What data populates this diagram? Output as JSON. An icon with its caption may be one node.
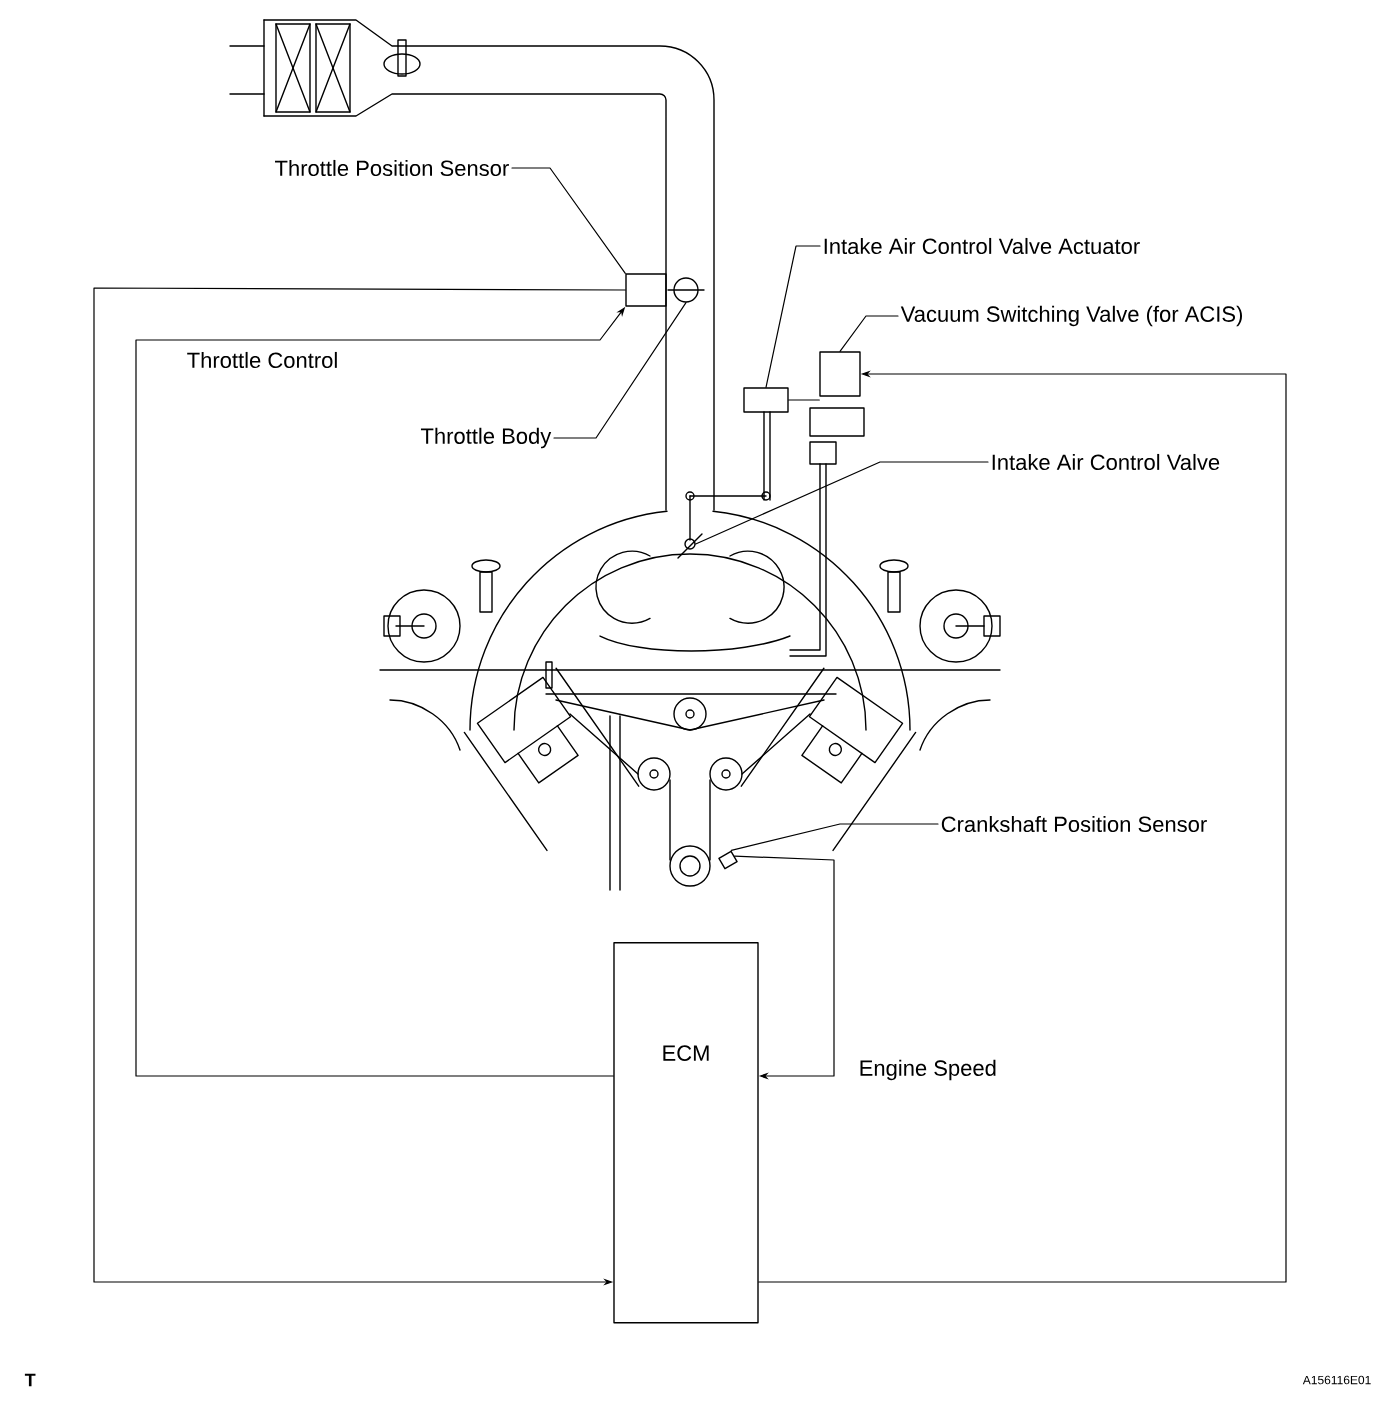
{
  "diagram": {
    "nodes": [
      {
        "text": [
          "Throttle Position Sensor"
        ]
      },
      {
        "text": [],
        "shape": "box"
      },
      {
        "text": [
          "Throttle Body"
        ]
      },
      {
        "text": [],
        "shape": "circle"
      },
      {
        "text": [
          "Intake Air Control Valve Actuator"
        ]
      },
      {
        "text": [],
        "shape": "box"
      },
      {
        "text": [
          "Vacuum Switching Valve (for ACIS)"
        ]
      },
      {
        "text": [],
        "shape": "box"
      },
      {
        "text": [
          "Intake Air Control Valve"
        ]
      },
      {
        "text": [],
        "shape": "circle"
      },
      {
        "text": [
          "Crankshaft Position Sensor"
        ]
      },
      {
        "text": [],
        "shape": "box"
      },
      {
        "text": [
          "ECM"
        ]
      }
    ],
    "edges": [
      {
        "from": 0,
        "to": 1,
        "arrow": "none"
      },
      {
        "from": 2,
        "to": 3,
        "arrow": "none"
      },
      {
        "from": 4,
        "to": 5,
        "arrow": "none"
      },
      {
        "from": 6,
        "to": 7,
        "arrow": "none"
      },
      {
        "from": 8,
        "to": 9,
        "arrow": "none"
      },
      {
        "from": 10,
        "to": 11,
        "arrow": "none"
      },
      {
        "from": 1,
        "to": 12,
        "arrow": "to"
      },
      {
        "from": 12,
        "to": 1,
        "arrow": "to",
        "label": "Throttle Control"
      },
      {
        "from": 12,
        "to": 7,
        "arrow": "to"
      },
      {
        "from": 11,
        "to": 12,
        "arrow": "to",
        "label": "Engine Speed"
      },
      {
        "from": 5,
        "to": 7,
        "arrow": "none"
      }
    ],
    "labels": [
      "T",
      "A156116E01"
    ]
  }
}
